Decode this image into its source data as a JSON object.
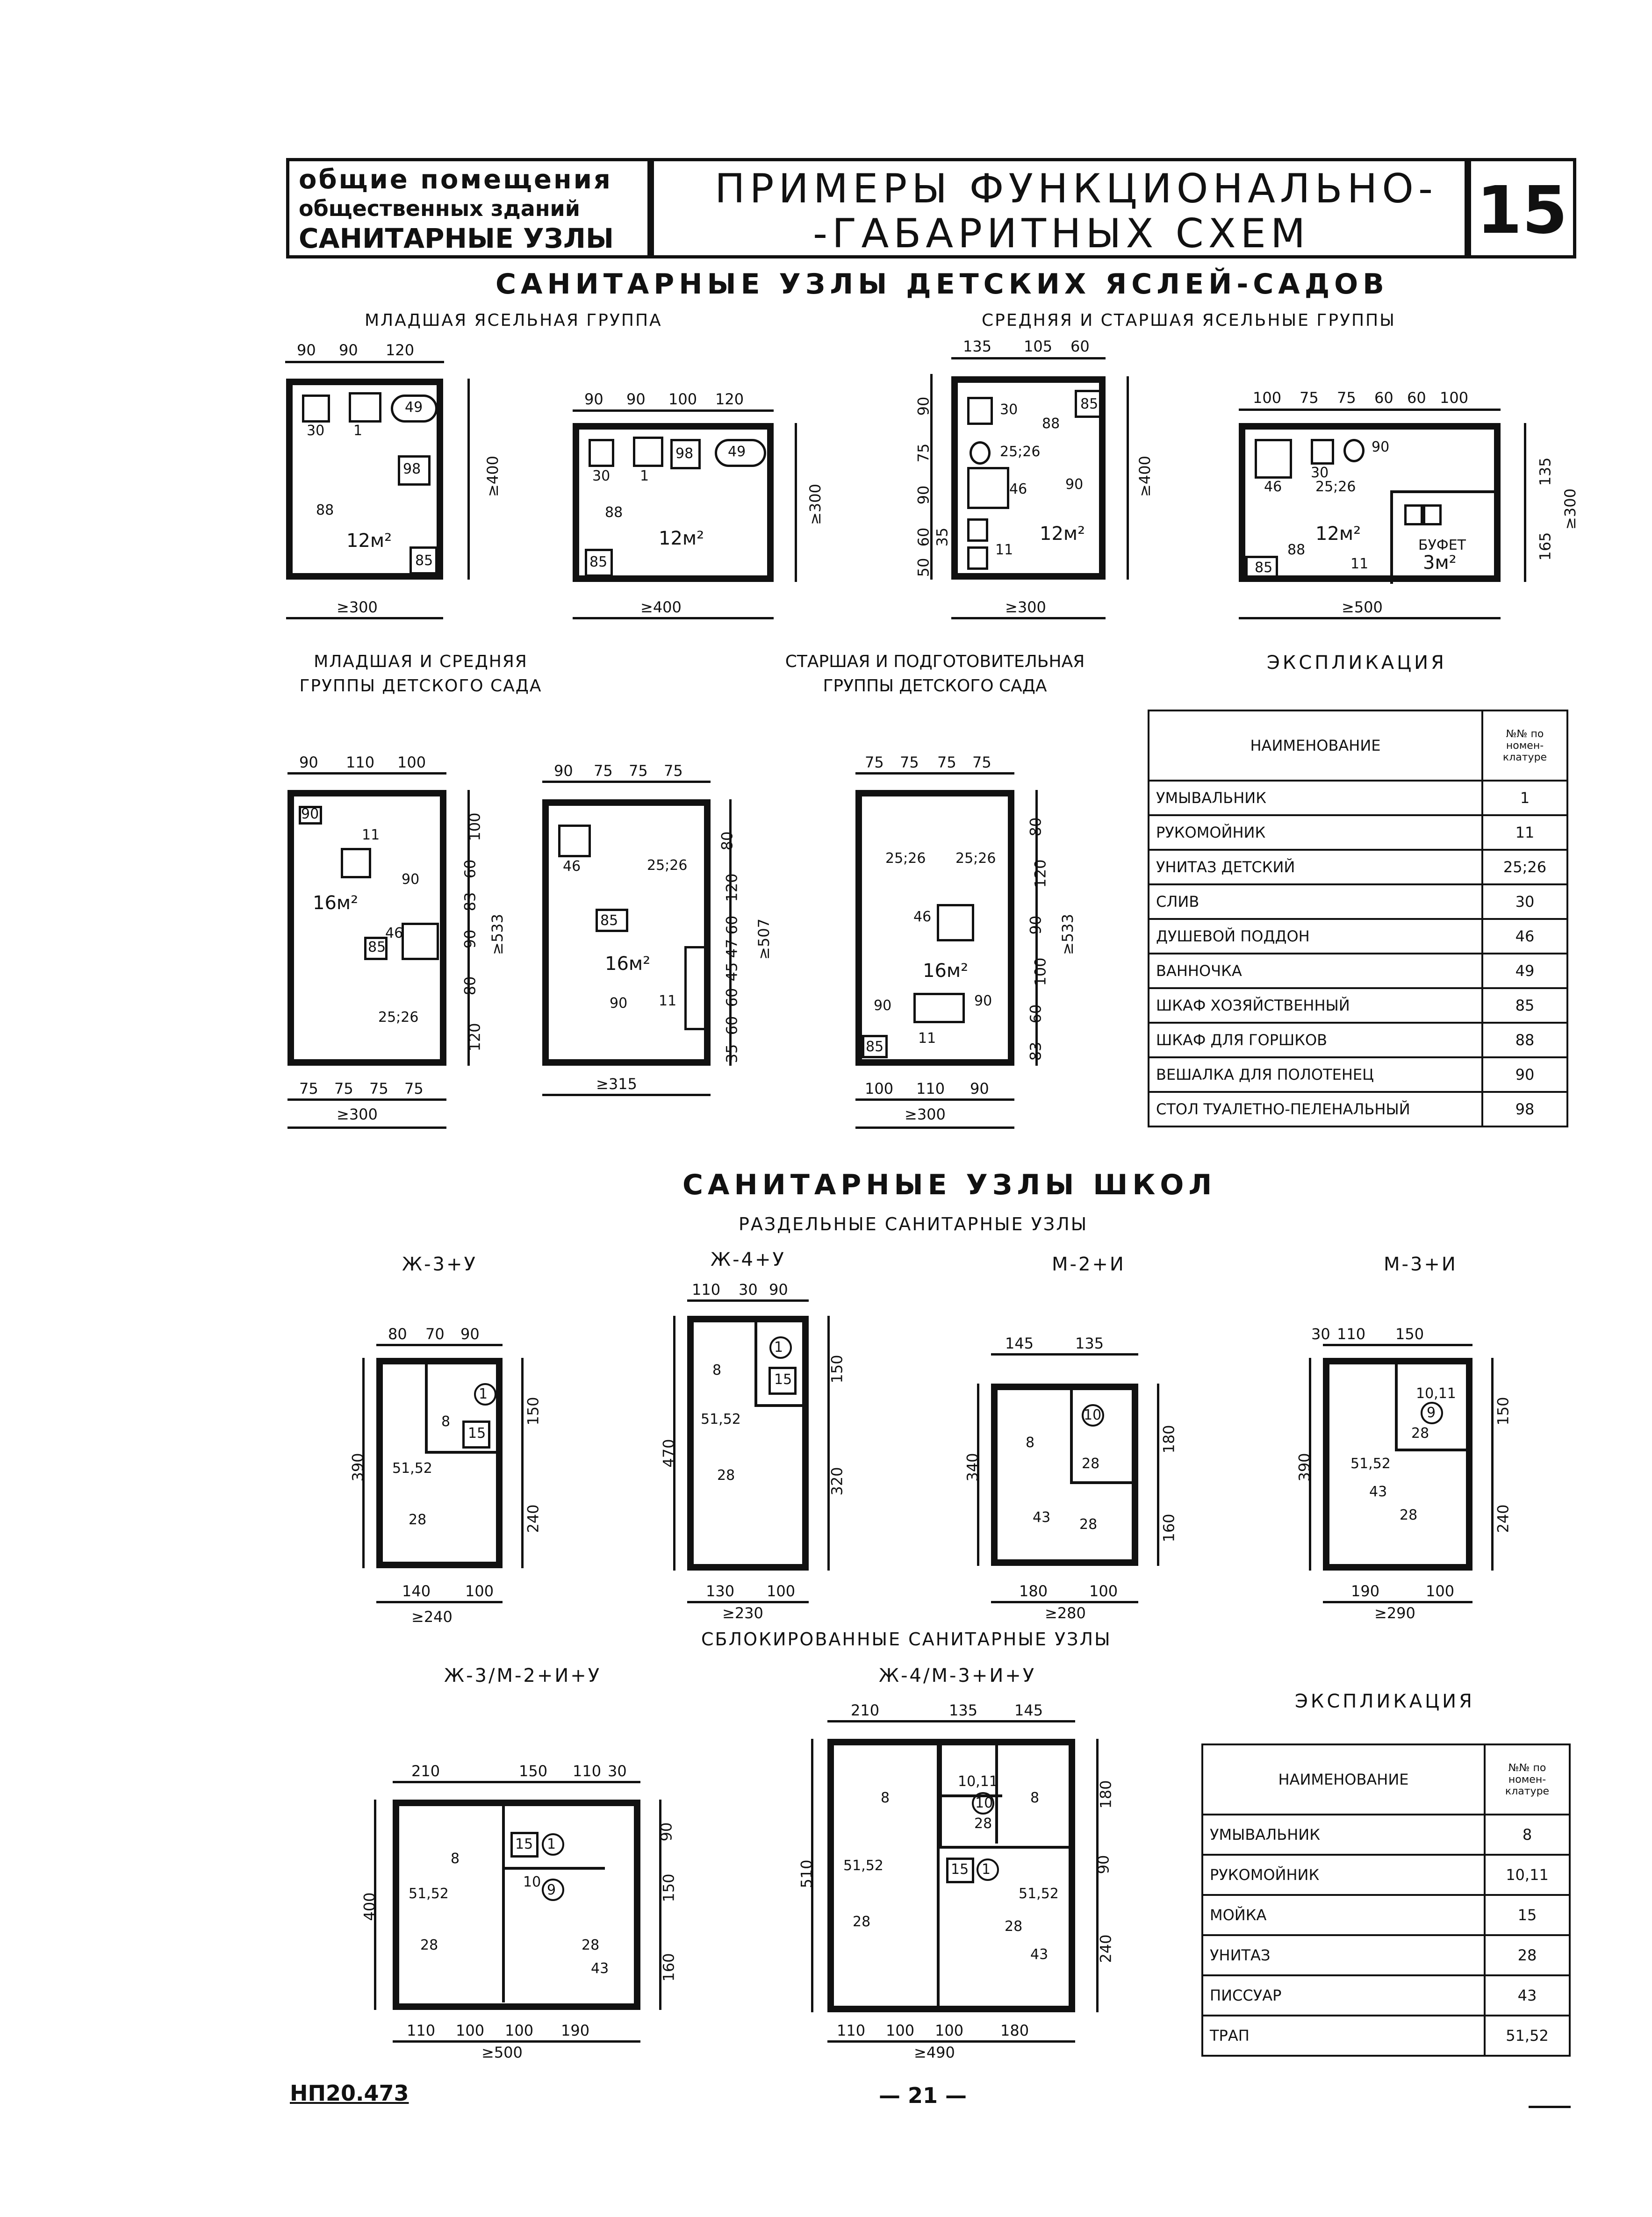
{
  "header": {
    "category_line1": "общие помещения",
    "category_line2": "общественных зданий",
    "category_line3": "САНИТАРНЫЕ УЗЛЫ",
    "title_line1": "ПРИМЕРЫ ФУНКЦИОНАЛЬНО-",
    "title_line2": "-ГАБАРИТНЫХ СХЕМ",
    "sheet_number": "15"
  },
  "nursery": {
    "title": "САНИТАРНЫЕ УЗЛЫ ДЕТСКИХ ЯСЛЕЙ-САДОВ",
    "group_junior_nursery": "МЛАДШАЯ ЯСЕЛЬНАЯ ГРУППА",
    "group_middle_senior_nursery": "СРЕДНЯЯ И СТАРШАЯ ЯСЕЛЬНЫЕ ГРУППЫ",
    "group_junior_middle_kg": "МЛАДШАЯ И СРЕДНЯЯ ГРУППЫ ДЕТСКОГО САДА",
    "group_junior_middle_kg_line1": "МЛАДШАЯ И СРЕДНЯЯ",
    "group_junior_middle_kg_line2": "ГРУППЫ ДЕТСКОГО САДА",
    "group_senior_prep_kg_line1": "СТАРШАЯ И ПОДГОТОВИТЕЛЬНАЯ",
    "group_senior_prep_kg_line2": "ГРУППЫ ДЕТСКОГО САДА",
    "plans": [
      {
        "area": "12м²",
        "top_dims": [
          "90",
          "90",
          "120"
        ],
        "bottom_dim": "≥300",
        "side_dims": [
          "≥400"
        ],
        "items": [
          "30",
          "1",
          "49",
          "98",
          "88",
          "85"
        ]
      },
      {
        "area": "12м²",
        "top_dims": [
          "90",
          "90",
          "100",
          "120"
        ],
        "bottom_dim": "≥400",
        "side_dims": [
          "≥300"
        ],
        "items": [
          "30",
          "1",
          "98",
          "49",
          "88",
          "85"
        ]
      },
      {
        "area": "12м²",
        "top_dims": [
          "135",
          "105",
          "60"
        ],
        "bottom_dim": "≥300",
        "side_dims": [
          "90",
          "75",
          "90",
          "60",
          "35",
          "50",
          "≥400"
        ],
        "items": [
          "30",
          "88",
          "85",
          "25;26",
          "46",
          "90",
          "11"
        ]
      },
      {
        "area": "12м²",
        "top_dims": [
          "100",
          "75",
          "75",
          "60",
          "60",
          "100"
        ],
        "bottom_dim": "≥500",
        "side_dims": [
          "135",
          "165",
          "≥300"
        ],
        "items": [
          "46",
          "30",
          "25;26",
          "90",
          "88",
          "85",
          "11"
        ],
        "buffet_label": "БУФЕТ",
        "buffet_area": "3м²"
      },
      {
        "area": "16м²",
        "top_dims": [
          "90",
          "110",
          "100"
        ],
        "bottom_dims": [
          "75",
          "75",
          "75",
          "75"
        ],
        "bottom_dim": "≥300",
        "side_dims": [
          "100",
          "60",
          "83",
          "90",
          "80",
          "120",
          "≥533"
        ],
        "items": [
          "90",
          "11",
          "90",
          "85",
          "46",
          "25;26"
        ]
      },
      {
        "area": "16м²",
        "top_dims": [
          "90",
          "75",
          "75",
          "75"
        ],
        "bottom_dim": "≥315",
        "side_dims": [
          "80",
          "120",
          "60",
          "47",
          "45",
          "60",
          "60",
          "35",
          "≥507"
        ],
        "items": [
          "46",
          "25;26",
          "85",
          "90",
          "11"
        ]
      },
      {
        "area": "16м²",
        "top_dims": [
          "75",
          "75",
          "75",
          "75"
        ],
        "bottom_dims": [
          "100",
          "110",
          "90"
        ],
        "bottom_dim": "≥300",
        "side_dims": [
          "80",
          "120",
          "90",
          "100",
          "60",
          "83",
          "≥533"
        ],
        "items": [
          "25;26",
          "25;26",
          "46",
          "90",
          "90",
          "85",
          "11"
        ]
      }
    ],
    "explication": {
      "title": "ЭКСПЛИКАЦИЯ",
      "col_name": "НАИМЕНОВАНИЕ",
      "col_num": "№№ по номен-клатуре",
      "rows": [
        {
          "name": "УМЫВАЛЬНИК",
          "num": "1"
        },
        {
          "name": "РУКОМОЙНИК",
          "num": "11"
        },
        {
          "name": "УНИТАЗ ДЕТСКИЙ",
          "num": "25;26"
        },
        {
          "name": "СЛИВ",
          "num": "30"
        },
        {
          "name": "ДУШЕВОЙ ПОДДОН",
          "num": "46"
        },
        {
          "name": "ВАННОЧКА",
          "num": "49"
        },
        {
          "name": "ШКАФ ХОЗЯЙСТВЕННЫЙ",
          "num": "85"
        },
        {
          "name": "ШКАФ ДЛЯ ГОРШКОВ",
          "num": "88"
        },
        {
          "name": "ВЕШАЛКА ДЛЯ ПОЛОТЕНЕЦ",
          "num": "90"
        },
        {
          "name": "СТОЛ ТУАЛЕТНО-ПЕЛЕНАЛЬНЫЙ",
          "num": "98"
        }
      ]
    }
  },
  "schools": {
    "title": "САНИТАРНЫЕ УЗЛЫ ШКОЛ",
    "separate_title": "РАЗДЕЛЬНЫЕ САНИТАРНЫЕ УЗЛЫ",
    "combined_title": "СБЛОКИРОВАННЫЕ САНИТАРНЫЕ УЗЛЫ",
    "plans": [
      {
        "label": "Ж-3+У",
        "top_dims": [
          "80",
          "70",
          "90"
        ],
        "bottom_dims": [
          "140",
          "100"
        ],
        "bottom_dim": "≥240",
        "left_dim": "390",
        "right_dims": [
          "150",
          "240"
        ],
        "items": [
          "1",
          "8",
          "15",
          "51,52",
          "28"
        ]
      },
      {
        "label": "Ж-4+У",
        "top_dims": [
          "110",
          "30",
          "90"
        ],
        "bottom_dims": [
          "130",
          "100"
        ],
        "bottom_dim": "≥230",
        "left_dim": "470",
        "right_dims": [
          "150",
          "320"
        ],
        "items": [
          "1",
          "8",
          "15",
          "51,52",
          "28"
        ]
      },
      {
        "label": "М-2+И",
        "top_dims": [
          "145",
          "135"
        ],
        "bottom_dims": [
          "180",
          "100"
        ],
        "bottom_dim": "≥280",
        "left_dim": "340",
        "right_dims": [
          "180",
          "160"
        ],
        "items": [
          "10",
          "8",
          "28",
          "43",
          "28"
        ]
      },
      {
        "label": "М-3+И",
        "top_dims": [
          "30",
          "110",
          "150"
        ],
        "bottom_dims": [
          "190",
          "100"
        ],
        "bottom_dim": "≥290",
        "left_dim": "390",
        "right_dims": [
          "150",
          "240"
        ],
        "items": [
          "10,11",
          "9",
          "28",
          "51,52",
          "43",
          "28"
        ]
      },
      {
        "label": "Ж-3/М-2+И+У",
        "top_dims": [
          "210",
          "150",
          "110",
          "30"
        ],
        "bottom_dims": [
          "110",
          "100",
          "100",
          "190"
        ],
        "bottom_dim": "≥500",
        "left_dim": "400",
        "right_dims": [
          "90",
          "150",
          "160"
        ],
        "items": [
          "8",
          "15",
          "1",
          "10",
          "9",
          "51,52",
          "28",
          "28",
          "43"
        ]
      },
      {
        "label": "Ж-4/М-3+И+У",
        "top_dims": [
          "210",
          "135",
          "145"
        ],
        "bottom_dims": [
          "110",
          "100",
          "100",
          "180"
        ],
        "bottom_dim": "≥490",
        "left_dim": "510",
        "right_dims": [
          "180",
          "90",
          "240"
        ],
        "items": [
          "10,11",
          "10",
          "8",
          "28",
          "8",
          "51,52",
          "15",
          "1",
          "51,52",
          "28",
          "28",
          "43"
        ]
      }
    ],
    "explication": {
      "title": "ЭКСПЛИКАЦИЯ",
      "col_name": "НАИМЕНОВАНИЕ",
      "col_num": "№№ по номен-клатуре",
      "rows": [
        {
          "name": "УМЫВАЛЬНИК",
          "num": "8"
        },
        {
          "name": "РУКОМОЙНИК",
          "num": "10,11"
        },
        {
          "name": "МОЙКА",
          "num": "15"
        },
        {
          "name": "УНИТАЗ",
          "num": "28"
        },
        {
          "name": "ПИССУАР",
          "num": "43"
        },
        {
          "name": "ТРАП",
          "num": "51,52"
        }
      ]
    }
  },
  "footer": {
    "doc_code": "НП20.473",
    "page": "— 21 —"
  }
}
